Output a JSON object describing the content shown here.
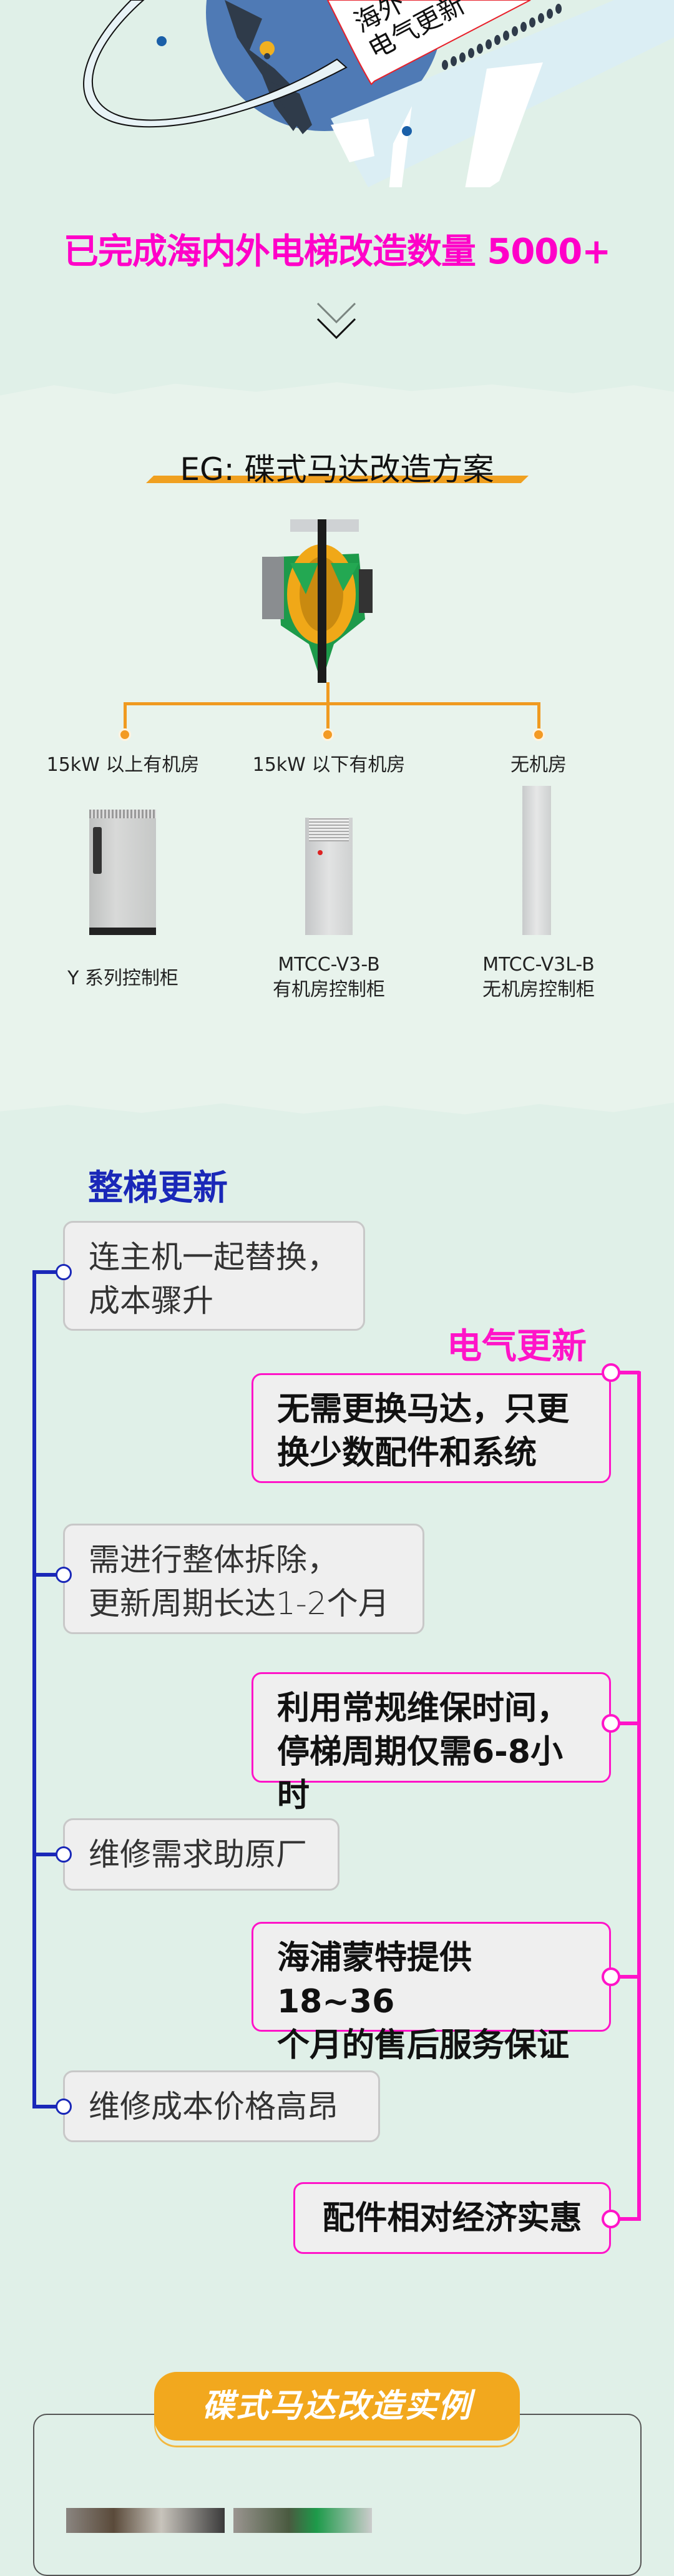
{
  "hero": {
    "paper_text_line1": "海外",
    "paper_text_line2": "电气更新",
    "icons": [
      "globe-icon",
      "airplane-icon",
      "location-pin-icon"
    ]
  },
  "headline": "已完成海内外电梯改造数量 5000+",
  "scroll_icon": "double-chevron-down-icon",
  "solution": {
    "title": "EG: 碟式马达改造方案",
    "branches": [
      {
        "label": "15kW 以上有机房",
        "cabinet_line1": "Y 系列控制柜",
        "cabinet_line2": ""
      },
      {
        "label": "15kW 以下有机房",
        "cabinet_line1": "MTCC-V3-B",
        "cabinet_line2": "有机房控制柜"
      },
      {
        "label": "无机房",
        "cabinet_line1": "MTCC-V3L-B",
        "cabinet_line2": "无机房控制柜"
      }
    ]
  },
  "comparison": {
    "left_title": "整梯更新",
    "left_items": [
      {
        "line1": "连主机一起替换，",
        "line2": "成本骤升"
      },
      {
        "line1": "需进行整体拆除，",
        "line2": "更新周期长达1-2个月"
      },
      {
        "line1": "维修需求助原厂",
        "line2": ""
      },
      {
        "line1": "维修成本价格高昂",
        "line2": ""
      }
    ],
    "right_title": "电气更新",
    "right_items": [
      {
        "line1": "无需更换马达，只更",
        "line2": "换少数配件和系统"
      },
      {
        "line1": "利用常规维保时间，",
        "line2": "停梯周期仅需6-8小时"
      },
      {
        "line1": "海浦蒙特提供18~36",
        "line2": "个月的售后服务保证"
      },
      {
        "line1": "配件相对经济实惠",
        "line2": ""
      }
    ],
    "colors": {
      "left": "#1a28b8",
      "right": "#ff14c8"
    }
  },
  "cases": {
    "title": "碟式马达改造实例"
  },
  "colors": {
    "background": "#e0f0e8",
    "accent_orange": "#f2a81e",
    "headline": "#ff00c8"
  }
}
